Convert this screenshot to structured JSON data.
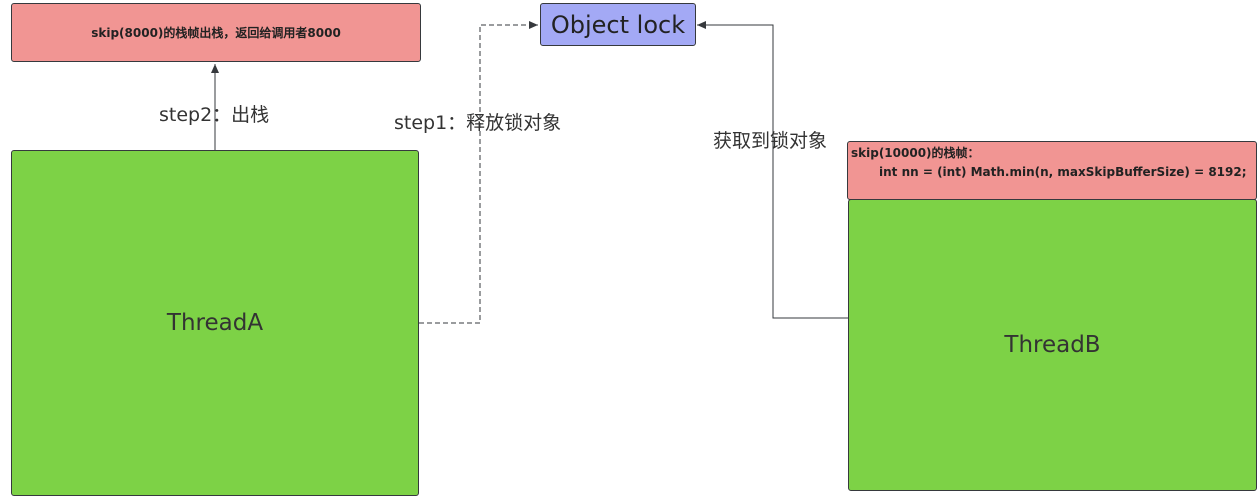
{
  "nodes": {
    "stack_frame_a": "skip(8000)的栈帧出栈，返回给调用者8000",
    "object_lock": "Object lock",
    "thread_a": "ThreadA",
    "thread_b": "ThreadB",
    "stack_frame_b": {
      "line1": "skip(10000)的栈帧：",
      "line2": "int nn = (int) Math.min(n, maxSkipBufferSize) = 8192;"
    }
  },
  "edges": {
    "step2": "step2：出栈",
    "step1": "step1：释放锁对象",
    "acquire": "获取到锁对象"
  },
  "colors": {
    "thread": "#7dd246",
    "stack_frame": "#f19593",
    "lock": "#a3a9f5",
    "edge": "#36393d"
  }
}
